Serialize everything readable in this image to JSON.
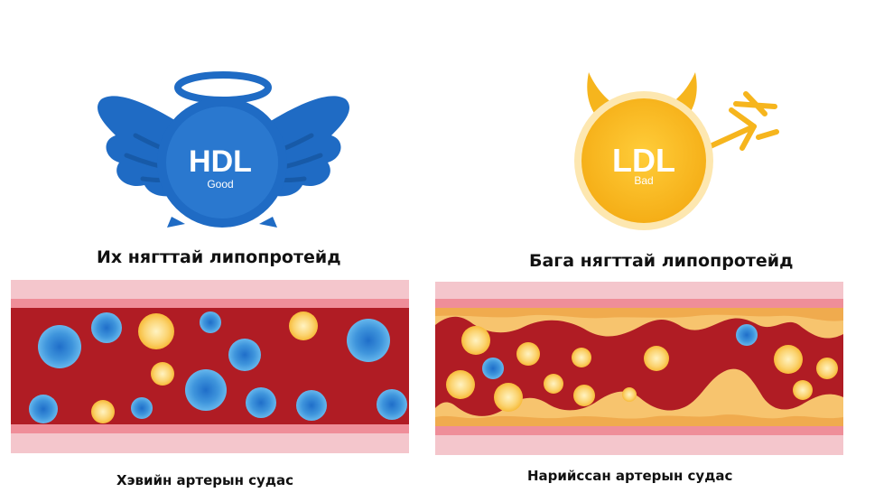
{
  "hdl": {
    "label": "HDL",
    "sublabel": "Good",
    "title": "Их нягттай липопротейд",
    "color": "#1e6fc8"
  },
  "ldl": {
    "label": "LDL",
    "sublabel": "Bad",
    "title": "Бага нягттай липопротейд",
    "color": "#f6b51d"
  },
  "vessels": {
    "healthy_caption": "Хэвийн артерын судас",
    "narrowed_caption": "Нарийссан артерын судас",
    "wall_color": "#f4c6cc",
    "blood_color": "#b01c24",
    "plaque_color": "#f7c46e"
  },
  "icons": {
    "hdl": "angel-halo-wings-icon",
    "ldl": "devil-horns-trident-icon"
  }
}
